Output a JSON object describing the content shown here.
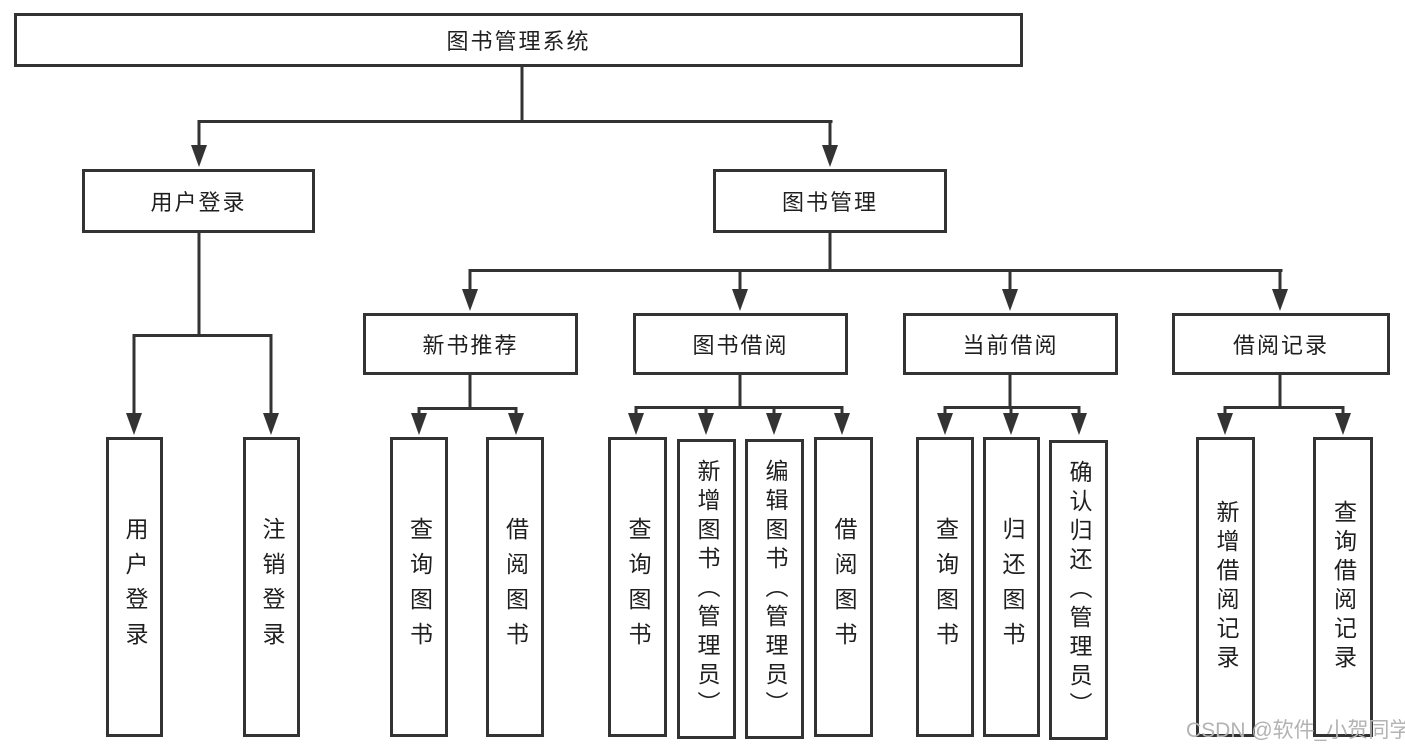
{
  "tree": {
    "root": "图书管理系统",
    "branches": [
      {
        "label": "用户登录",
        "children": [
          "用户登录",
          "注销登录"
        ]
      },
      {
        "label": "图书管理",
        "children": [
          {
            "label": "新书推荐",
            "children": [
              "查询图书",
              "借阅图书"
            ]
          },
          {
            "label": "图书借阅",
            "children": [
              "查询图书",
              "新增图书（管理员）",
              "编辑图书（管理员）",
              "借阅图书"
            ]
          },
          {
            "label": "当前借阅",
            "children": [
              "查询图书",
              "归还图书",
              "确认归还（管理员）"
            ]
          },
          {
            "label": "借阅记录",
            "children": [
              "新增借阅记录",
              "查询借阅记录"
            ]
          }
        ]
      }
    ]
  },
  "watermark": {
    "text": "CSDN @软件_小贺同学"
  },
  "colors": {
    "line": "#333333",
    "text": "#1f1f1f",
    "watermark": "#b3b3b3",
    "background": "#ffffff"
  }
}
